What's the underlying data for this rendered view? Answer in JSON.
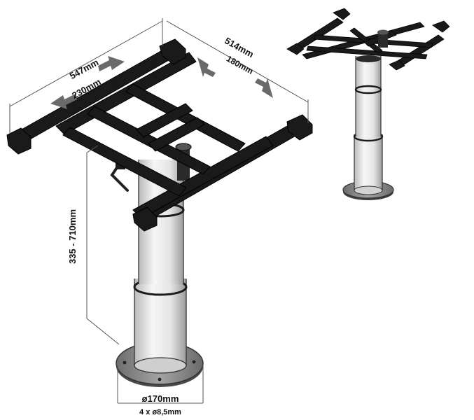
{
  "dimensions": {
    "width_outer": "547mm",
    "width_travel": "230mm",
    "depth_outer": "514mm",
    "depth_travel": "180mm",
    "height_range": "335 - 710mm",
    "base_diameter": "ø170mm",
    "mount_holes": "4 x ø8,5mm"
  },
  "colors": {
    "frame": "#1a1a1a",
    "column_light": "#f4f4f4",
    "column_mid": "#d6d6d6",
    "column_dark": "#9a9a9a",
    "base": "#7d7d7d",
    "arrow": "#6a6a6a",
    "dim_line": "#555555"
  }
}
